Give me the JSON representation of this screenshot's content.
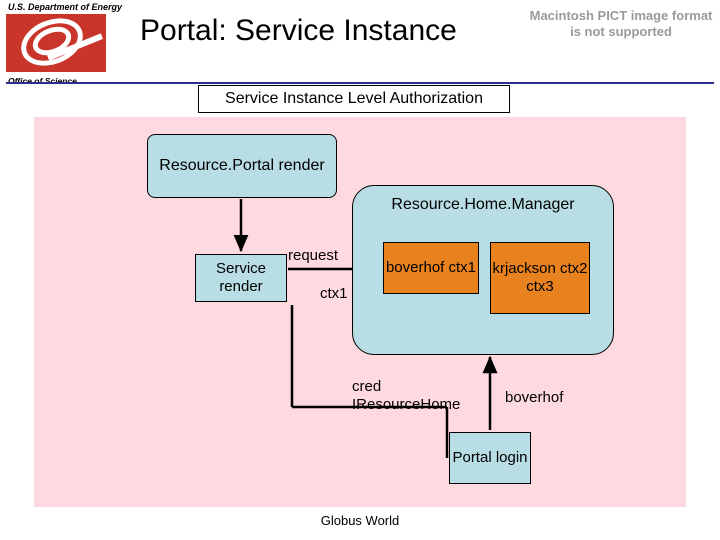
{
  "header": {
    "doe_label": "U.S. Department of Energy",
    "office_label": "Office of Science",
    "title": "Portal: Service Instance",
    "pict_note": "Macintosh PICT image format is not supported",
    "logo_name": "doe-science-logo"
  },
  "subtitle": "Service Instance Level Authorization",
  "diagram": {
    "nodes": {
      "resource_portal": "Resource.Portal render",
      "service_render": "Service render",
      "home_manager": "Resource.Home.Manager",
      "boverhof_ctx1": "boverhof ctx1",
      "krjackson": "krjackson ctx2 ctx3",
      "portal_login": "Portal login"
    },
    "labels": {
      "request": "request",
      "ctx1": "ctx1",
      "cred": "cred IResourceHome",
      "boverhof": "boverhof"
    },
    "colors": {
      "canvas_bg": "#ffd9e0",
      "node_blue": "#b8dde4",
      "node_orange": "#e8821e",
      "rule_blue": "#2e2e8b",
      "logo_red": "#c9352b"
    }
  },
  "footer": "Globus World"
}
